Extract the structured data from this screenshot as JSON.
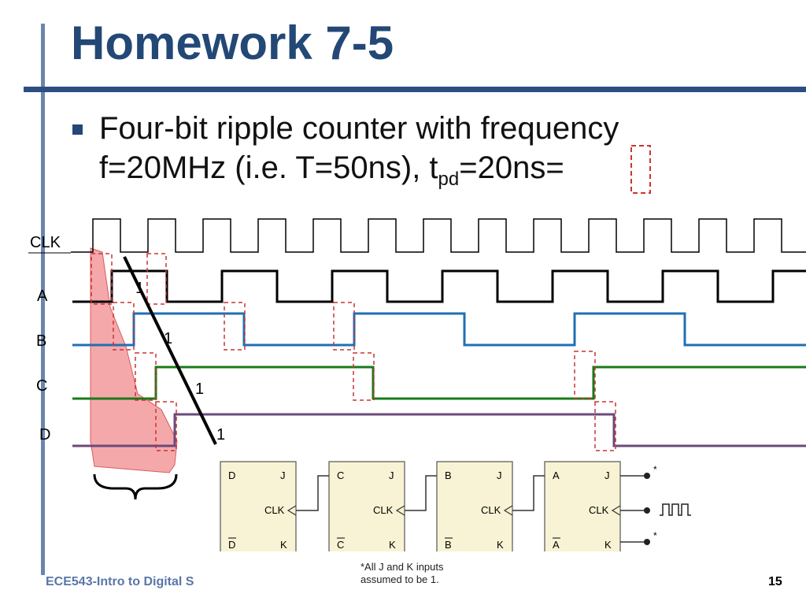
{
  "slide": {
    "title": "Homework 7-5",
    "bullet_line1": "Four-bit ripple counter with frequency",
    "bullet_line2_pre": "f=20MHz (i.e. T=50ns), t",
    "bullet_line2_sub": "pd",
    "bullet_line2_post": "=20ns=",
    "footer": "ECE543-Intro to Digital S",
    "page_number": "15"
  },
  "timing": {
    "signals": [
      "CLK",
      "A",
      "B",
      "C",
      "D"
    ],
    "one_labels": [
      "1",
      "1",
      "1",
      "1"
    ]
  },
  "circuit": {
    "flipflops": [
      {
        "q": "D",
        "qbar": "D",
        "j": "J",
        "k": "K",
        "clk": "CLK"
      },
      {
        "q": "C",
        "qbar": "C",
        "j": "J",
        "k": "K",
        "clk": "CLK"
      },
      {
        "q": "B",
        "qbar": "B",
        "j": "J",
        "k": "K",
        "clk": "CLK"
      },
      {
        "q": "A",
        "qbar": "A",
        "j": "J",
        "k": "K",
        "clk": "CLK"
      }
    ],
    "note_line1": "*All J and K inputs",
    "note_line2": "assumed to be 1.",
    "star_marks": [
      "*",
      "*"
    ]
  },
  "colors": {
    "title": "#234876",
    "clk": "#000000",
    "a": "#000000",
    "b": "#1f6fb5",
    "c": "#1a7a1a",
    "d": "#6a4a7a",
    "highlight": "#f0787a",
    "dash": "#cc3333",
    "ff_fill": "#f7f3d4"
  }
}
